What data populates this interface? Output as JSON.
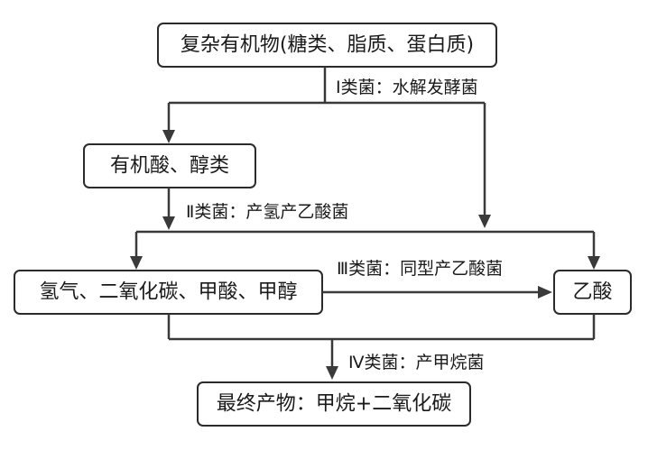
{
  "nodes": {
    "complex_organics": "复杂有机物(糖类、脂质、蛋白质)",
    "organic_acids": "有机酸、醇类",
    "hydrogen_co2": "氢气、二氧化碳、甲酸、甲醇",
    "acetic_acid": "乙酸",
    "final_products": "最终产物：甲烷+二氧化碳"
  },
  "edges": {
    "stage1": "Ⅰ类菌：水解发酵菌",
    "stage2": "Ⅱ类菌：产氢产乙酸菌",
    "stage3": "Ⅲ类菌：同型产乙酸菌",
    "stage4": "Ⅳ类菌：产甲烷菌"
  },
  "colors": {
    "stroke": "#2b2b2b",
    "text": "#1a1a1a",
    "background": "#ffffff"
  }
}
